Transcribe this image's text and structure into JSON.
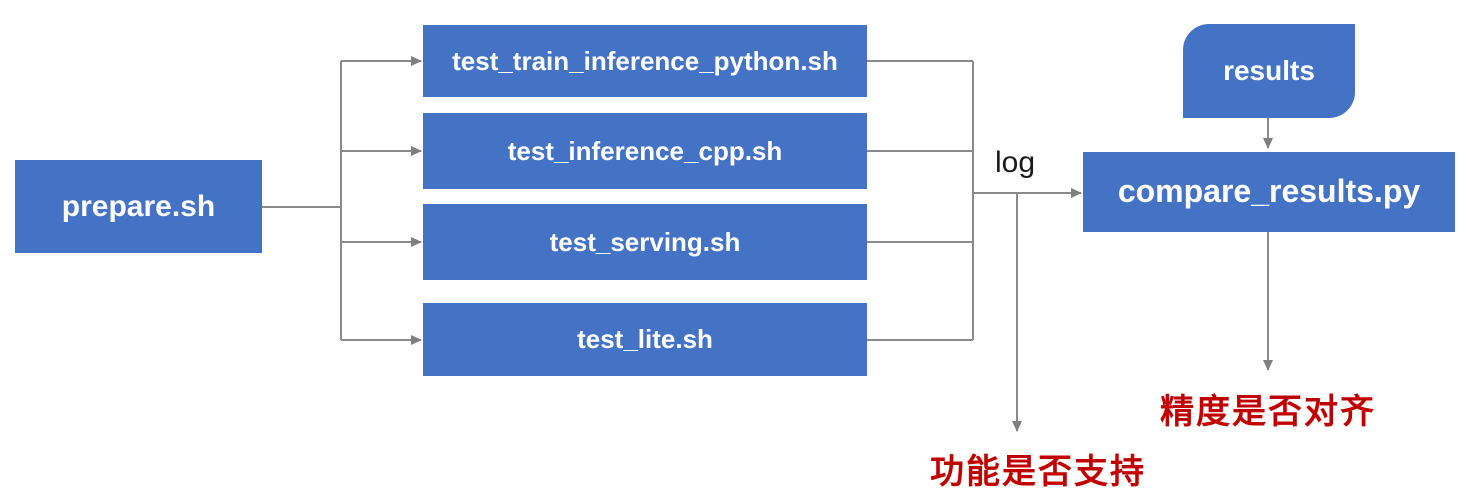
{
  "diagram": {
    "colors": {
      "box_blue": "#4472C4",
      "line_gray": "#8a8a8a",
      "arrow_gray": "#7f7f7f",
      "label_red": "#C00000",
      "text_white": "#ffffff",
      "log_black": "#1a1a1a"
    },
    "nodes": {
      "prepare": {
        "label": "prepare.sh"
      },
      "tests": [
        {
          "label": "test_train_inference_python.sh"
        },
        {
          "label": "test_inference_cpp.sh"
        },
        {
          "label": "test_serving.sh"
        },
        {
          "label": "test_lite.sh"
        }
      ],
      "results": {
        "label": "results"
      },
      "compare": {
        "label": "compare_results.py"
      }
    },
    "edge_labels": {
      "log": "log"
    },
    "annotations": {
      "function_support": "功能是否支持",
      "precision_alignment": "精度是否对齐"
    }
  }
}
